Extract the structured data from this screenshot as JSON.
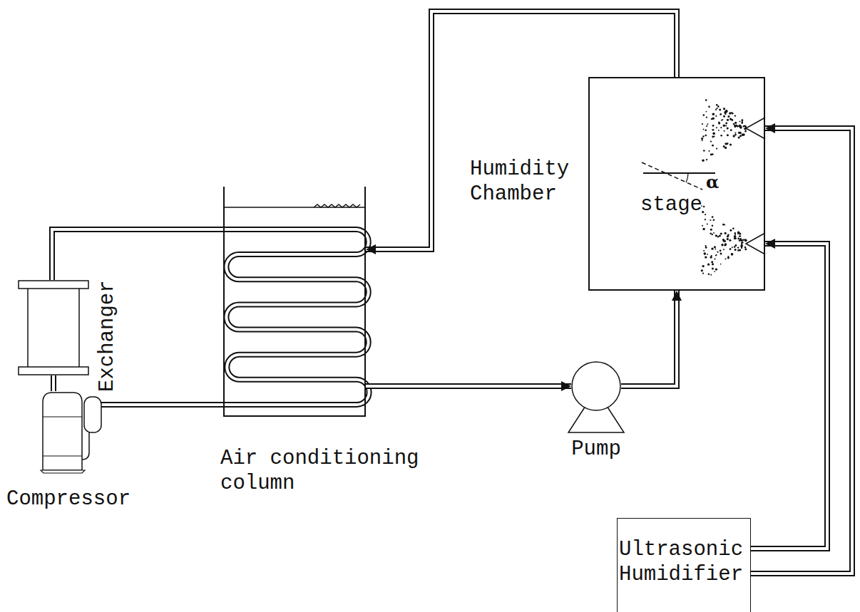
{
  "diagram": {
    "nodes": [
      {
        "text": [
          "Humidity Chamber"
        ]
      },
      {
        "text": [
          "Exchanger"
        ]
      },
      {
        "text": [
          "Air conditioning column"
        ]
      },
      {
        "text": [
          "Compressor"
        ]
      },
      {
        "text": [
          "Pump"
        ]
      },
      {
        "text": [
          "Ultrasonic Humidifier"
        ]
      }
    ],
    "edges": [
      {
        "from": 0,
        "to": 2,
        "arrow": "to"
      },
      {
        "from": 2,
        "to": 4,
        "arrow": "to"
      },
      {
        "from": 4,
        "to": 0,
        "arrow": "to"
      },
      {
        "from": 5,
        "to": 0,
        "arrow": "to"
      },
      {
        "from": 5,
        "to": 0,
        "arrow": "to"
      },
      {
        "from": 3,
        "to": 1,
        "arrow": "none"
      },
      {
        "from": 1,
        "to": 2,
        "arrow": "none"
      },
      {
        "from": 2,
        "to": 3,
        "arrow": "none"
      }
    ],
    "labels": [
      "stage",
      "α"
    ]
  }
}
